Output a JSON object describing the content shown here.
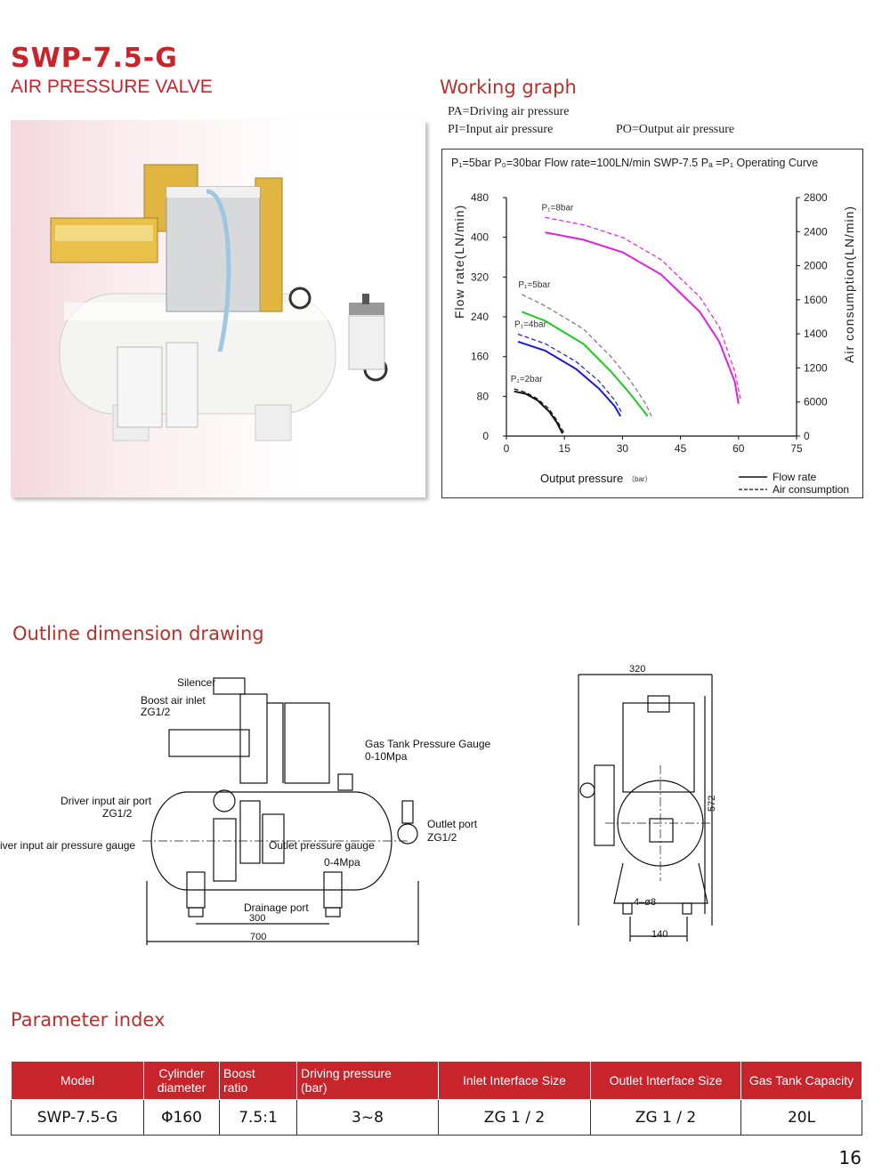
{
  "header": {
    "model": "SWP-7.5-G",
    "subtitle": "AIR PRESSURE VALVE"
  },
  "graph_section": {
    "title": "Working graph",
    "legend_line1": "PA=Driving air pressure",
    "legend_line2a": "PI=Input air pressure",
    "legend_line2b": "PO=Output air pressure"
  },
  "chart_data": {
    "type": "line",
    "title": "P₁=5bar P₀=30bar  Flow rate=100LN/min  SWP-7.5 Pₐ =P₁ Operating Curve",
    "xlabel": "Output pressure",
    "xlabel_unit": "（bar）",
    "ylabel_left": "Flow rate(LN/min)",
    "ylabel_right": "Air consumption(LN/min)",
    "xlim": [
      0,
      75
    ],
    "ylim_left": [
      0,
      480
    ],
    "x_ticks": [
      "0",
      "15",
      "30",
      "45",
      "60",
      "75"
    ],
    "y_left_ticks": [
      "0",
      "80",
      "160",
      "240",
      "320",
      "400",
      "480"
    ],
    "y_right_ticks": [
      "0",
      "6000",
      "1200",
      "1400",
      "1600",
      "2000",
      "2400",
      "2800"
    ],
    "legend": {
      "solid": "Flow rate",
      "dashed": "Air consumption",
      "position": "bottom-right"
    },
    "series": [
      {
        "name": "P₁=8bar",
        "color": "#e020e0",
        "flow": [
          [
            10,
            410
          ],
          [
            20,
            395
          ],
          [
            30,
            370
          ],
          [
            40,
            325
          ],
          [
            50,
            250
          ],
          [
            55,
            190
          ],
          [
            59,
            110
          ],
          [
            60,
            65
          ]
        ],
        "air": [
          [
            10,
            440
          ],
          [
            20,
            425
          ],
          [
            30,
            400
          ],
          [
            40,
            355
          ],
          [
            50,
            280
          ],
          [
            55,
            220
          ],
          [
            59,
            130
          ],
          [
            60.5,
            75
          ]
        ]
      },
      {
        "name": "P₁=5bar",
        "color": "#1ec81e",
        "flow": [
          [
            4,
            250
          ],
          [
            10,
            232
          ],
          [
            20,
            185
          ],
          [
            27,
            130
          ],
          [
            32,
            85
          ],
          [
            35,
            55
          ],
          [
            36.5,
            40
          ]
        ],
        "air": [
          [
            4,
            285
          ],
          [
            10,
            262
          ],
          [
            20,
            215
          ],
          [
            27,
            160
          ],
          [
            32,
            112
          ],
          [
            36,
            65
          ],
          [
            37.5,
            40
          ]
        ]
      },
      {
        "name": "P₁=4bar",
        "color": "#1a1ad8",
        "flow": [
          [
            3,
            190
          ],
          [
            10,
            172
          ],
          [
            18,
            135
          ],
          [
            24,
            95
          ],
          [
            28,
            60
          ],
          [
            29.5,
            40
          ]
        ],
        "air": [
          [
            3,
            205
          ],
          [
            10,
            186
          ],
          [
            18,
            150
          ],
          [
            24,
            110
          ],
          [
            28,
            72
          ],
          [
            30,
            45
          ]
        ]
      },
      {
        "name": "P₁=2bar",
        "color": "#111111",
        "flow": [
          [
            2,
            90
          ],
          [
            5,
            85
          ],
          [
            8,
            72
          ],
          [
            11,
            50
          ],
          [
            13,
            28
          ],
          [
            14.5,
            5
          ]
        ],
        "air": [
          [
            2,
            95
          ],
          [
            5,
            88
          ],
          [
            8,
            75
          ],
          [
            11,
            55
          ],
          [
            13,
            32
          ],
          [
            15,
            5
          ]
        ]
      }
    ],
    "series_labels": [
      "P₁=8bar",
      "P₁=5bar",
      "P₁=4bar",
      "P₁=2bar"
    ]
  },
  "outline_section": {
    "title": "Outline dimension drawing",
    "labels": {
      "silencer": "Silencer",
      "boost_inlet": "Boost air inlet",
      "boost_inlet_size": "ZG1/2",
      "gas_tank_gauge": "Gas Tank Pressure Gauge",
      "gas_tank_gauge_range": "0-10Mpa",
      "driver_input_port": "Driver input air port",
      "driver_input_port_size": "ZG1/2",
      "driver_gauge": "iver input air pressure gauge",
      "outlet_gauge": "Outlet pressure gauge",
      "outlet_gauge_range": "0-4Mpa",
      "outlet_port": "Outlet port",
      "outlet_port_size": "ZG1/2",
      "drainage_port": "Drainage port",
      "dim_300": "300",
      "dim_700": "700",
      "dim_320": "320",
      "dim_572": "572",
      "dim_140": "140",
      "dim_holes": "4–ø8"
    }
  },
  "param_section": {
    "title": "Parameter index",
    "headers": [
      "Model",
      "Cylinder diameter",
      "Boost ratio",
      "Driving pressure (bar)",
      "Inlet Interface Size",
      "Outlet Interface Size",
      "Gas Tank Capacity"
    ],
    "header_lines": {
      "model": "Model",
      "cyl_1": "Cylinder",
      "cyl_2": "diameter",
      "boost_1": "Boost",
      "boost_2": "ratio",
      "drive_1": "Driving pressure",
      "drive_2": "(bar)",
      "inlet": "Inlet Interface Size",
      "outlet": "Outlet Interface Size",
      "tank": "Gas Tank Capacity"
    },
    "row": [
      "SWP-7.5-G",
      "Φ160",
      "7.5:1",
      "3~8",
      "ZG 1 / 2",
      "ZG 1 / 2",
      "20L"
    ]
  },
  "page_number": "16"
}
